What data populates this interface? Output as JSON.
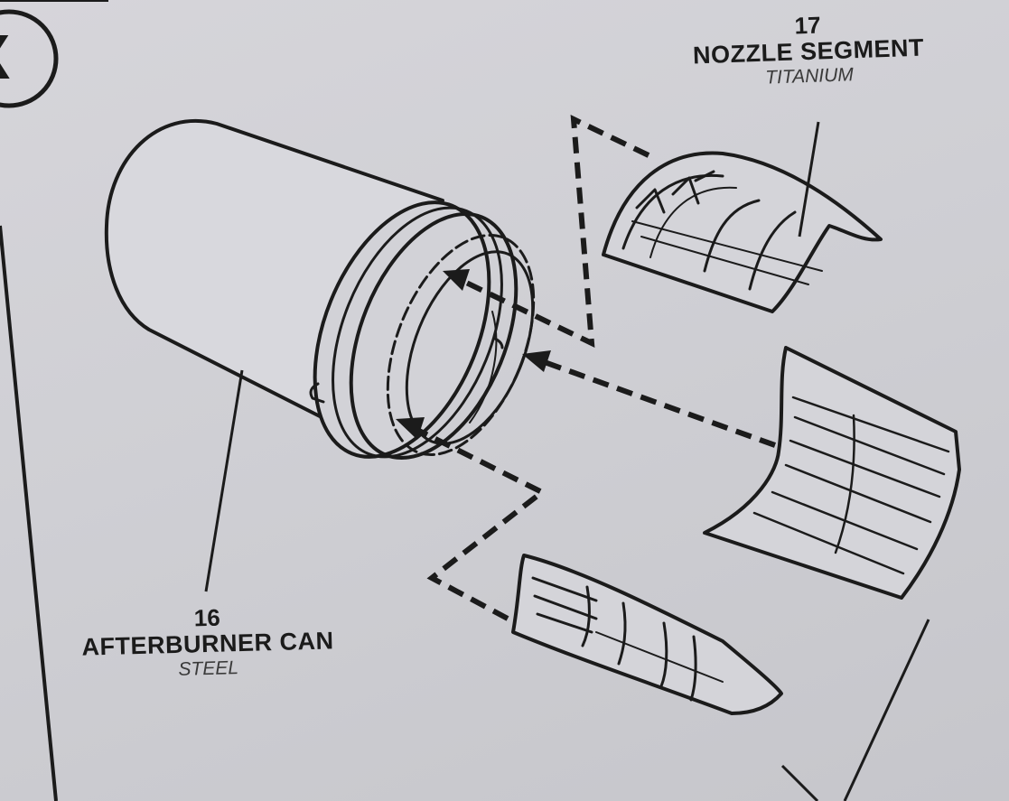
{
  "step": {
    "letter": "X",
    "icon": "circled-step-icon"
  },
  "parts": [
    {
      "number": "17",
      "name": "NOZZLE SEGMENT",
      "material": "TITANIUM"
    },
    {
      "number": "16",
      "name": "AFTERBURNER CAN",
      "material": "STEEL"
    }
  ],
  "colors": {
    "paper": "#cfcfd4",
    "ink": "#1b1b1b"
  }
}
